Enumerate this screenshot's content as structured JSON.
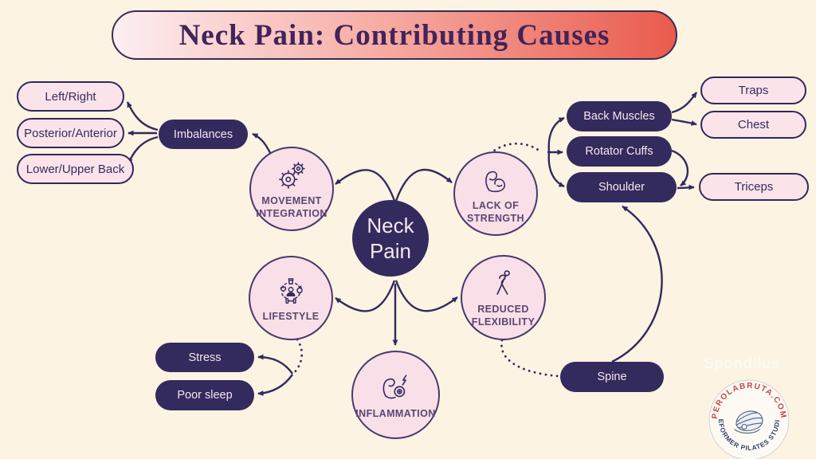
{
  "title": "Neck Pain: Contributing Causes",
  "center": {
    "label": "Neck\nPain"
  },
  "branches": {
    "movement": {
      "label": "MOVEMENT\nINTEGRATION",
      "icon": "gears-icon"
    },
    "strength": {
      "label": "LACK OF\nSTRENGTH",
      "icon": "bicep-icon"
    },
    "lifestyle": {
      "label": "LIFESTYLE",
      "icon": "healthy-lifestyle-icon"
    },
    "flexibility": {
      "label": "REDUCED\nFLEXIBILITY",
      "icon": "stretching-figure-icon"
    },
    "inflammation": {
      "label": "INFLAMMATION",
      "icon": "muscle-pain-icon"
    }
  },
  "pills": {
    "imbalances": "Imbalances",
    "left_right": "Left/Right",
    "posterior_anterior": "Posterior/Anterior",
    "lower_upper_back": "Lower/Upper Back",
    "back_muscles": "Back Muscles",
    "rotator_cuffs": "Rotator Cuffs",
    "shoulder": "Shoulder",
    "traps": "Traps",
    "chest": "Chest",
    "triceps": "Triceps",
    "stress": "Stress",
    "poor_sleep": "Poor sleep",
    "spine": "Spine"
  },
  "edges": [
    {
      "from": "Neck Pain",
      "to": "MOVEMENT INTEGRATION",
      "style": "solid-arrow"
    },
    {
      "from": "Neck Pain",
      "to": "LACK OF STRENGTH",
      "style": "solid-arrow"
    },
    {
      "from": "Neck Pain",
      "to": "LIFESTYLE",
      "style": "solid-arrow"
    },
    {
      "from": "Neck Pain",
      "to": "REDUCED FLEXIBILITY",
      "style": "solid-arrow"
    },
    {
      "from": "Neck Pain",
      "to": "INFLAMMATION",
      "style": "solid-arrow"
    },
    {
      "from": "MOVEMENT INTEGRATION",
      "to": "Imbalances",
      "style": "solid-arrow"
    },
    {
      "from": "Imbalances",
      "to": "Left/Right",
      "style": "solid-arrow"
    },
    {
      "from": "Imbalances",
      "to": "Posterior/Anterior",
      "style": "solid-arrow"
    },
    {
      "from": "Imbalances",
      "to": "Lower/Upper Back",
      "style": "solid-arrow"
    },
    {
      "from": "LACK OF STRENGTH",
      "to": "Back Muscles",
      "style": "dotted-then-arrow"
    },
    {
      "from": "LACK OF STRENGTH",
      "to": "Rotator Cuffs",
      "style": "dotted-then-arrow"
    },
    {
      "from": "LACK OF STRENGTH",
      "to": "Shoulder",
      "style": "dotted-then-arrow"
    },
    {
      "from": "Back Muscles",
      "to": "Traps",
      "style": "solid-arrow"
    },
    {
      "from": "Back Muscles",
      "to": "Chest",
      "style": "solid-arrow"
    },
    {
      "from": "Rotator Cuffs",
      "to": "Shoulder",
      "style": "solid-arrow"
    },
    {
      "from": "Shoulder",
      "to": "Triceps",
      "style": "solid-arrow"
    },
    {
      "from": "Spine",
      "to": "Shoulder",
      "style": "solid-arrow"
    },
    {
      "from": "LIFESTYLE",
      "to": "Stress",
      "style": "dotted-then-arrow"
    },
    {
      "from": "LIFESTYLE",
      "to": "Poor sleep",
      "style": "dotted-then-arrow"
    },
    {
      "from": "REDUCED FLEXIBILITY",
      "to": "Spine",
      "style": "dotted"
    }
  ],
  "watermark": "Spondilus",
  "stamp": {
    "top": "PEROLABRUTA.COM",
    "bottom": "REFORMER PILATES STUDIO"
  },
  "colors": {
    "background": "#fcf3e2",
    "navy": "#332a5e",
    "pink_fill": "#fbe3ea",
    "circle_fill": "#f9dfe7",
    "banner_gradient_start": "#fdeff2",
    "banner_gradient_end": "#e95b4c",
    "title_text": "#42235a",
    "stamp_red": "#c24848",
    "stamp_navy": "#333f6b"
  }
}
